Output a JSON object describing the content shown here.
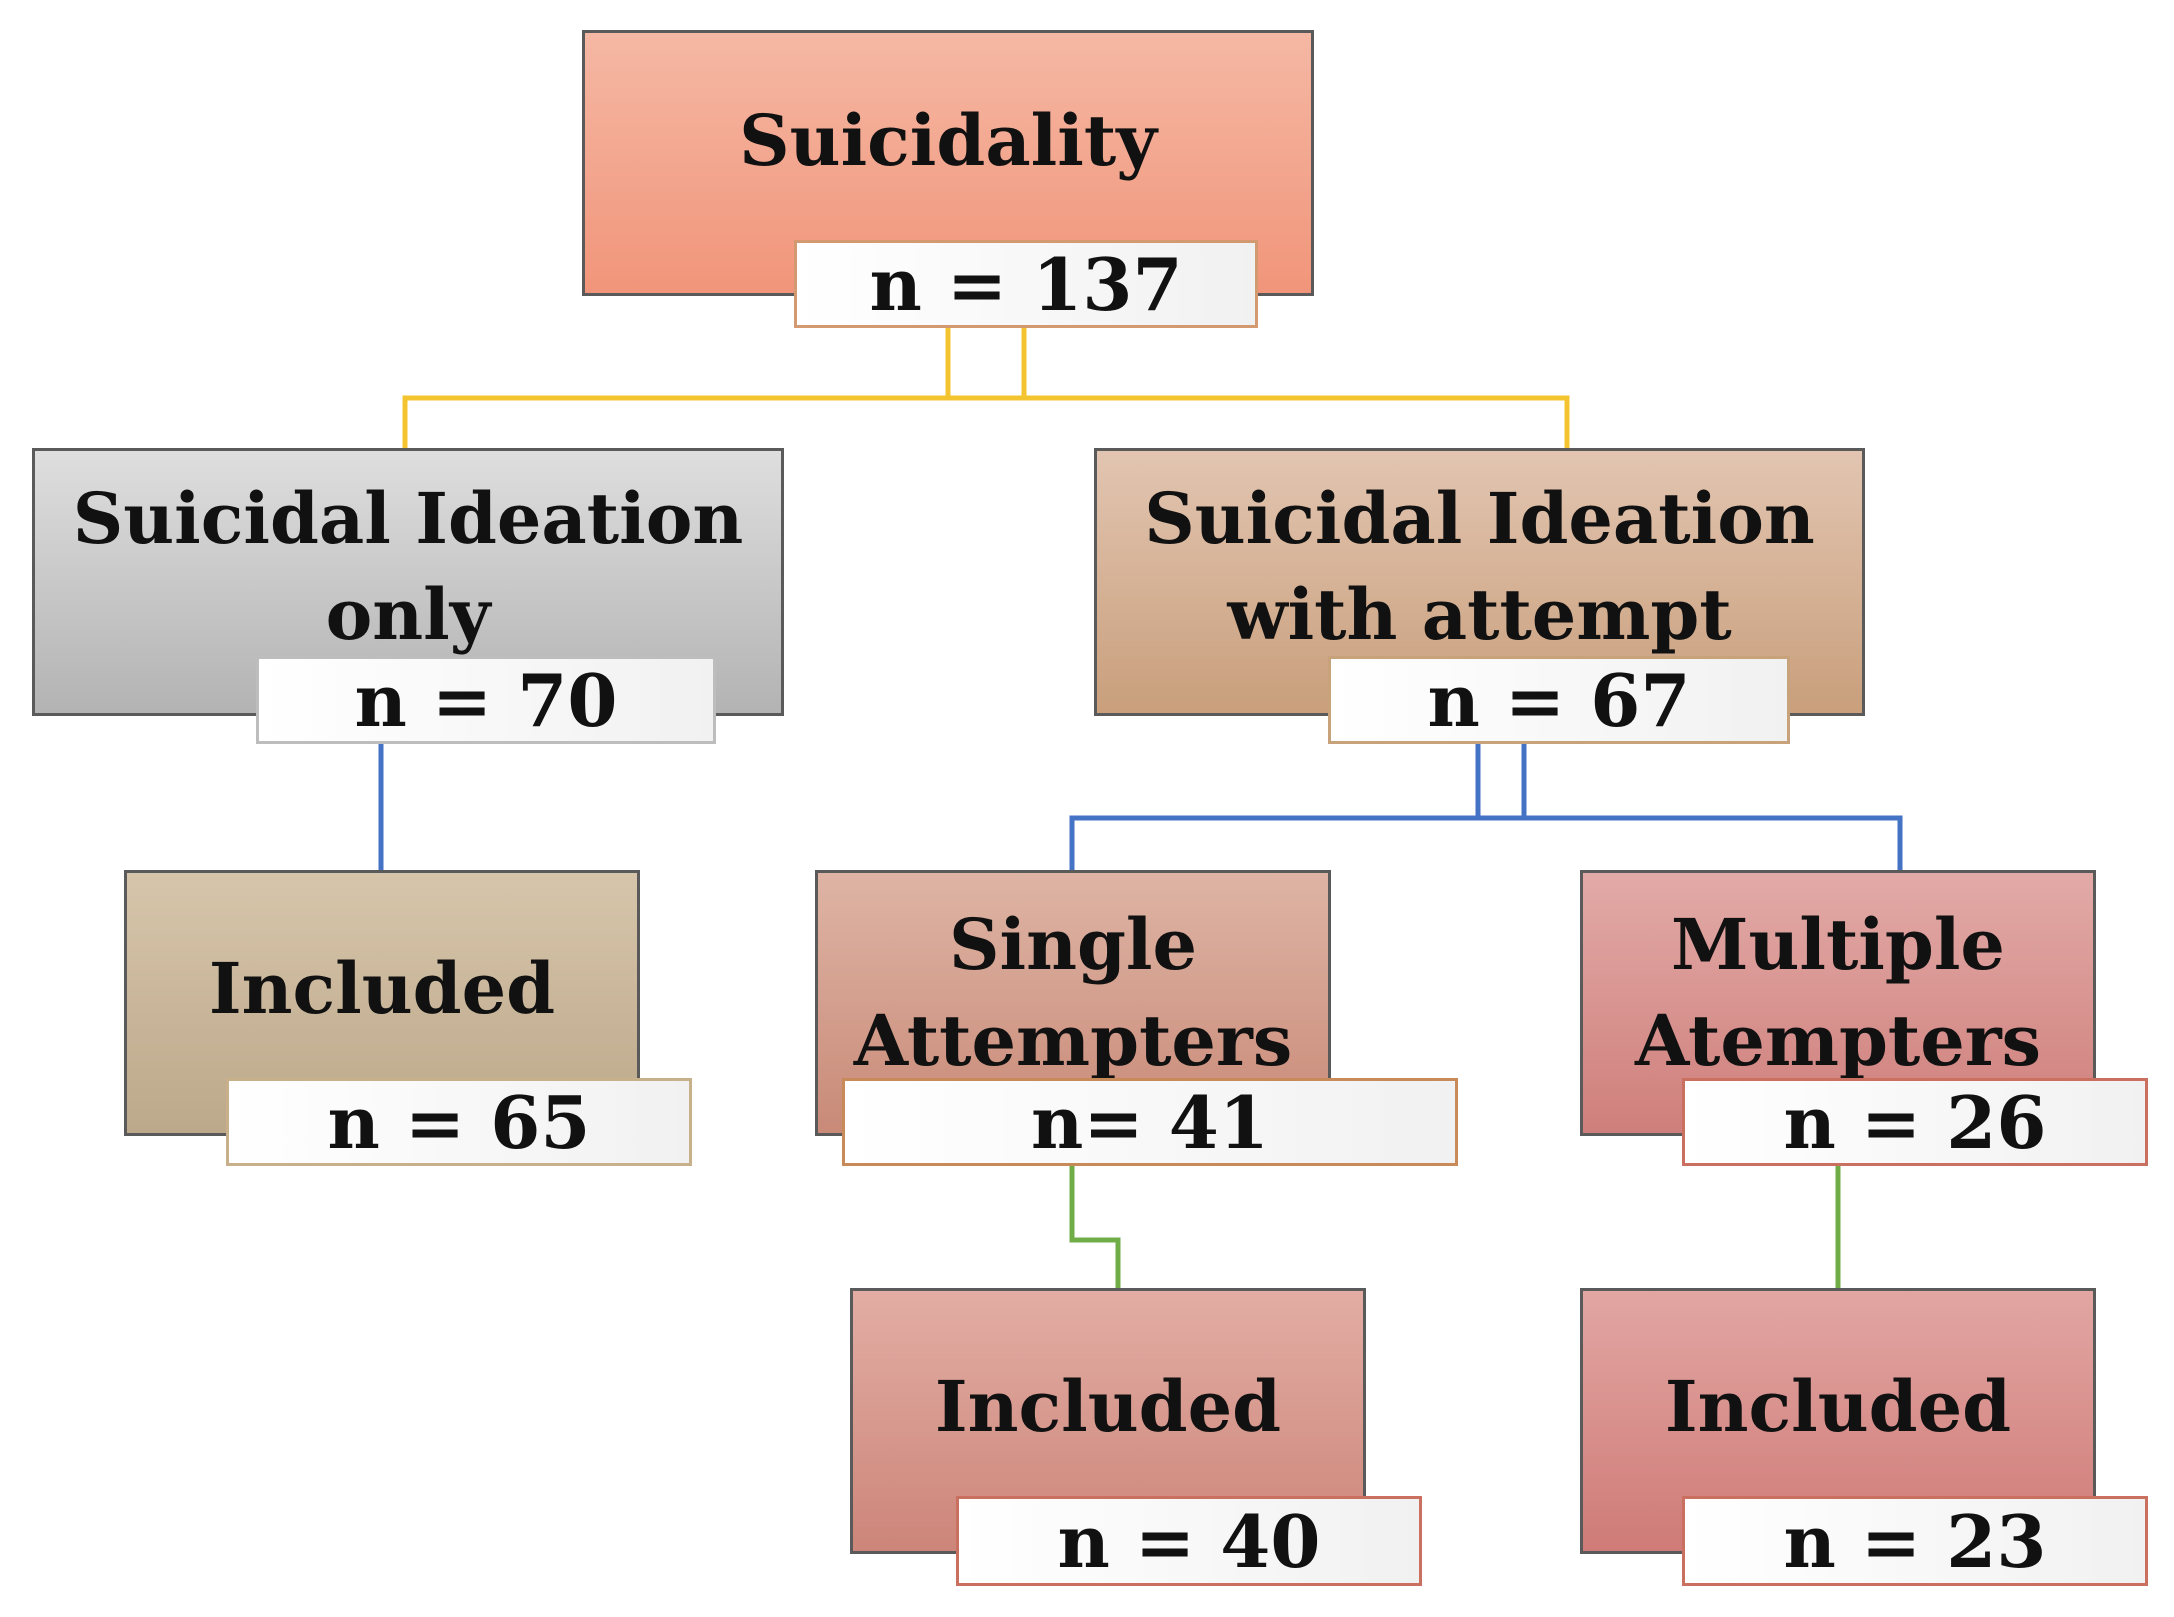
{
  "colors": {
    "connector_top": "#f4c430",
    "connector_mid": "#4472c4",
    "connector_bottom": "#70ad47"
  },
  "nodes": {
    "root": {
      "title": "Suicidality",
      "n": "n = 137"
    },
    "ideation_only": {
      "title_line1": "Suicidal Ideation",
      "title_line2": "only",
      "n": "n = 70"
    },
    "ideation_attempt": {
      "title_line1": "Suicidal Ideation",
      "title_line2": "with attempt",
      "n": "n = 67"
    },
    "included_only": {
      "title": "Included",
      "n": "n = 65"
    },
    "single": {
      "title_line1": "Single",
      "title_line2": "Attempters",
      "n": "n= 41"
    },
    "multiple": {
      "title_line1": "Multiple",
      "title_line2": "Atempters",
      "n": "n = 26"
    },
    "included_single": {
      "title": "Included",
      "n": "n = 40"
    },
    "included_multiple": {
      "title": "Included",
      "n": "n = 23"
    }
  }
}
